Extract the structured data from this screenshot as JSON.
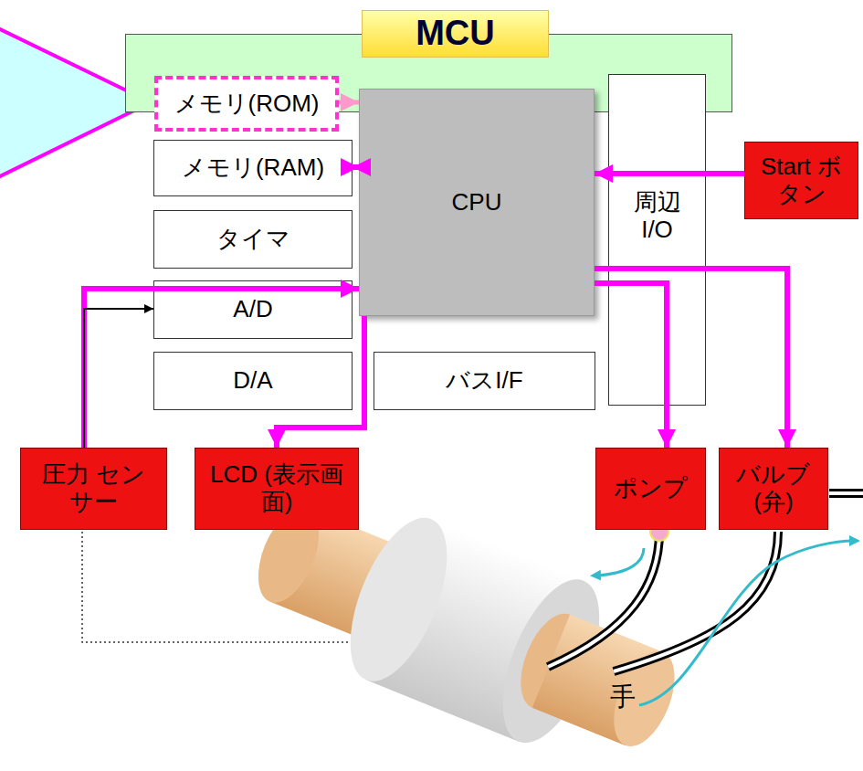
{
  "diagram": {
    "nodes": [
      {
        "text": [
          "MCU"
        ]
      },
      {
        "text": [
          "メモリ(ROM)"
        ],
        "in": 0
      },
      {
        "text": [
          "メモリ(RAM)"
        ],
        "in": 0
      },
      {
        "text": [
          "タイマ"
        ],
        "in": 0
      },
      {
        "text": [
          "A/D"
        ],
        "in": 0
      },
      {
        "text": [
          "D/A"
        ],
        "in": 0
      },
      {
        "text": [
          "CPU"
        ],
        "in": 0
      },
      {
        "text": [
          "バスI/F"
        ],
        "in": 0
      },
      {
        "text": [
          "周辺 I/O"
        ],
        "in": 0
      },
      {
        "text": [
          "Start ボタン"
        ]
      },
      {
        "text": [
          "圧力 センサー"
        ]
      },
      {
        "text": [
          "LCD (表示画面)"
        ]
      },
      {
        "text": [
          "ポンプ"
        ]
      },
      {
        "text": [
          "バルブ (弁)"
        ]
      }
    ],
    "edges": [
      {
        "from": 1,
        "to": 6,
        "arrow": "to"
      },
      {
        "from": 2,
        "to": 6,
        "arrow": "both"
      },
      {
        "from": 9,
        "to": 6,
        "arrow": "to"
      },
      {
        "from": 10,
        "to": 6,
        "arrow": "to"
      },
      {
        "from": 10,
        "to": 4,
        "arrow": "to"
      },
      {
        "from": 6,
        "to": 11,
        "arrow": "to"
      },
      {
        "from": 6,
        "to": 12,
        "arrow": "to"
      },
      {
        "from": 6,
        "to": 13,
        "arrow": "to"
      }
    ],
    "labels": [
      "手"
    ]
  }
}
